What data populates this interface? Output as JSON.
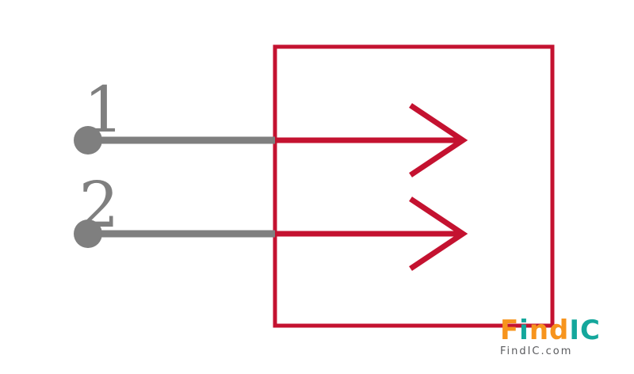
{
  "colors": {
    "box_stroke": "#c41230",
    "arrow": "#c41230",
    "pin": "#7f7f7f",
    "label": "#7f7f7f",
    "logo_domain": "#5a5b5e"
  },
  "pins": [
    {
      "label": "1"
    },
    {
      "label": "2"
    }
  ],
  "arrows": [
    {
      "name": "input-arrow-1"
    },
    {
      "name": "input-arrow-2"
    }
  ],
  "logo": {
    "letters": [
      {
        "ch": "F",
        "style": "color:#f7941d"
      },
      {
        "ch": "i",
        "style": "color:#14a79c"
      },
      {
        "ch": "n",
        "style": "color:#f7941d"
      },
      {
        "ch": "d",
        "style": "color:#f7941d"
      },
      {
        "ch": "I",
        "style": "color:#14a79c"
      },
      {
        "ch": "C",
        "style": "color:#14a79c"
      }
    ],
    "domain": "FindIC.com"
  }
}
